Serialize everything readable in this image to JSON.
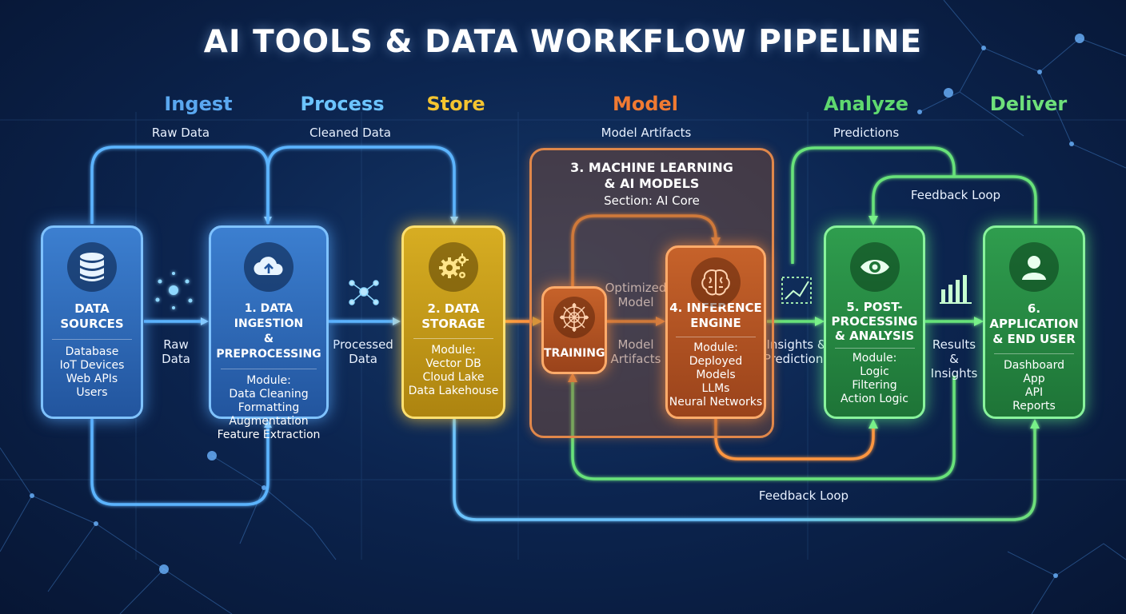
{
  "title": "AI TOOLS & DATA WORKFLOW PIPELINE",
  "stages": [
    "Ingest",
    "Process",
    "Store",
    "Model",
    "Analyze",
    "Deliver"
  ],
  "colors": {
    "ingest": "#5aa8f0",
    "process": "#6cc4ff",
    "store": "#f4c430",
    "model": "#f07a32",
    "analyze": "#5fd86f",
    "deliver": "#6ee07a"
  },
  "flow_labels": {
    "raw_data_top": "Raw Data",
    "cleaned_data": "Cleaned Data",
    "model_artifacts_top": "Model Artifacts",
    "predictions": "Predictions",
    "feedback_loop_top": "Feedback Loop",
    "raw_data": "Raw\nData",
    "processed_data": "Processed\nData",
    "optimized_model": "Optimized\nModel",
    "model_artifacts": "Model\nArtifacts",
    "insights_predictions": "Insights &\nPredictions",
    "results_insights": "Results\n& Insights",
    "feedback_loop_bottom": "Feedback Loop"
  },
  "ai_core": {
    "title": "3. MACHINE LEARNING\n& AI MODELS",
    "subtitle": "Section: AI Core"
  },
  "cards": {
    "data_sources": {
      "icon": "database-icon",
      "title": "DATA\nSOURCES",
      "body": "Database\nIoT Devices\nWeb APIs\nUsers"
    },
    "ingestion": {
      "icon": "cloud-upload-icon",
      "title": "1. DATA INGESTION\n& PREPROCESSING",
      "body": "Module:\nData Cleaning\nFormatting\nAugmentation\nFeature Extraction"
    },
    "storage": {
      "icon": "gears-icon",
      "title": "2. DATA\nSTORAGE",
      "body": "Module:\nVector DB\nCloud Lake\nData Lakehouse"
    },
    "training": {
      "icon": "neural-network-icon",
      "title": "TRAINING"
    },
    "inference": {
      "icon": "brain-icon",
      "title": "4. INFERENCE\nENGINE",
      "body": "Module:\nDeployed Models\nLLMs\nNeural Networks"
    },
    "post_processing": {
      "icon": "eye-icon",
      "title": "5. POST-\nPROCESSING\n& ANALYSIS",
      "body": "Module:\nLogic\nFiltering\nAction Logic"
    },
    "application": {
      "icon": "user-icon",
      "title": "6. APPLICATION\n& END USER",
      "body": "Dashboard\nApp\nAPI\nReports"
    }
  }
}
